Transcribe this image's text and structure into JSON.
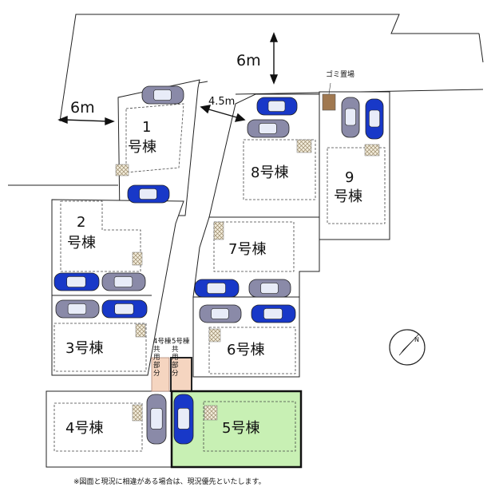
{
  "roads": {
    "top_width": "6m",
    "left_width": "6m",
    "middle_width": "4.5m"
  },
  "garbage_label": "ゴミ置場",
  "lots": [
    {
      "id": "lot-1",
      "num": "1",
      "suffix": "号棟"
    },
    {
      "id": "lot-2",
      "num": "2",
      "suffix": "号棟"
    },
    {
      "id": "lot-3",
      "label": "3号棟"
    },
    {
      "id": "lot-4",
      "label": "4号棟"
    },
    {
      "id": "lot-5",
      "label": "5号棟"
    },
    {
      "id": "lot-6",
      "label": "6号棟"
    },
    {
      "id": "lot-7",
      "label": "7号棟"
    },
    {
      "id": "lot-8",
      "label": "8号棟"
    },
    {
      "id": "lot-9",
      "num": "9",
      "suffix": "号棟"
    }
  ],
  "shared": {
    "a_top": "4号棟",
    "a_body": "共用部分",
    "b_top": "5号棟",
    "b_body": "共用部分"
  },
  "compass_label": "N",
  "note": "※図面と現況に相違がある場合は、現況優先といたします。",
  "colors": {
    "highlight_fill": "#c8f0b4",
    "shared_fill": "#f5d5c0",
    "garbage_fill": "#a07850",
    "car_blue": "#1838c8",
    "car_gray": "#8a8aa8"
  }
}
